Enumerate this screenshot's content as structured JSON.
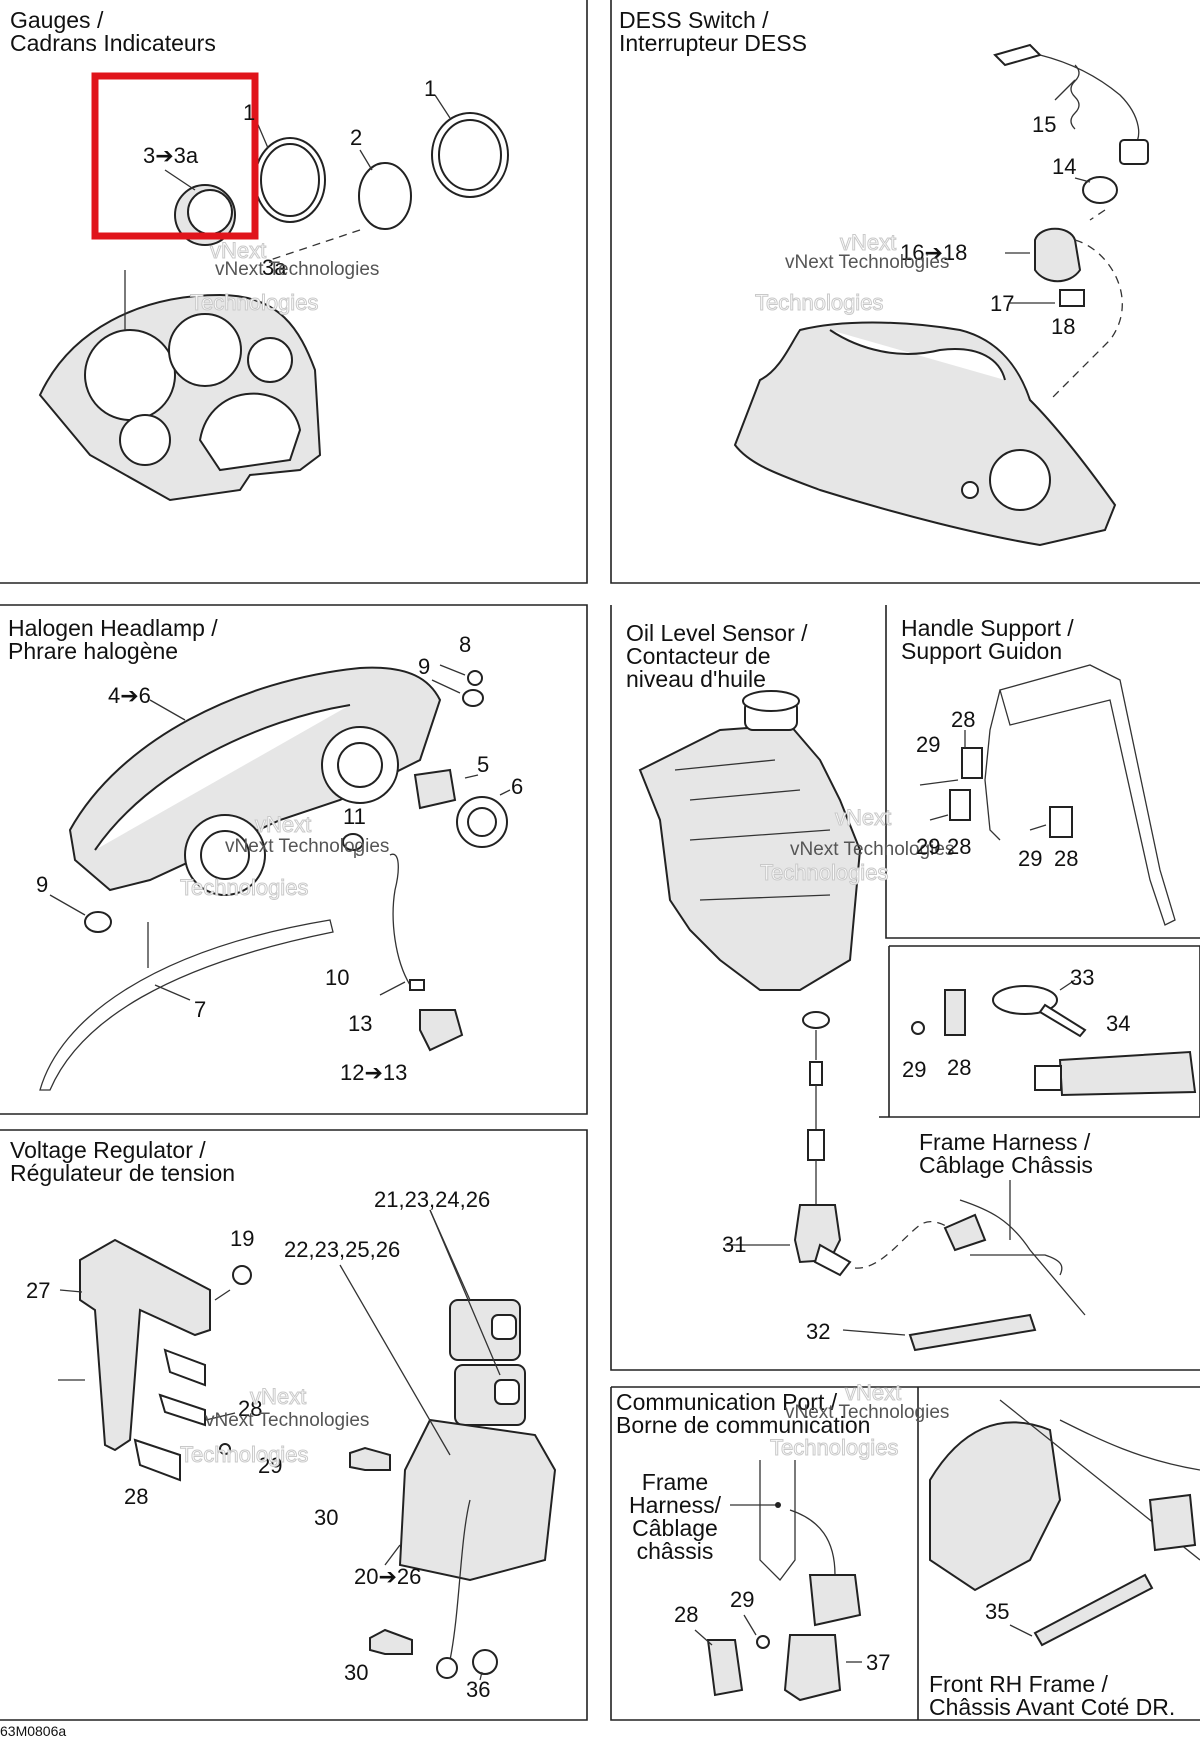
{
  "panels": {
    "gauges": [
      "Gauges /",
      "Cadrans Indicateurs"
    ],
    "dess": [
      "DESS Switch /",
      "Interrupteur DESS"
    ],
    "headlamp": [
      "Halogen Headlamp /",
      "Phrare halogène"
    ],
    "oil": [
      "Oil Level Sensor /",
      "Contacteur de",
      "niveau d'huile"
    ],
    "handle": [
      "Handle Support /",
      "Support Guidon"
    ],
    "voltage": [
      "Voltage Regulator /",
      "Régulateur de tension"
    ],
    "frame_harness": [
      "Frame Harness /",
      "Câblage Châssis"
    ],
    "comm": [
      "Communication Port /",
      "Borne de communication"
    ],
    "comm_inner": [
      "Frame",
      "Harness/",
      "Câblage",
      "châssis"
    ],
    "front_rh": [
      "Front RH Frame  /",
      "Châssis Avant Coté DR."
    ]
  },
  "labels": {
    "g_3_3a": "3➔3a",
    "g_1a": "1",
    "g_1b": "1",
    "g_2": "2",
    "g_3a": "3a",
    "d_15": "15",
    "d_14": "14",
    "d_16_18": "16➔18",
    "d_17": "17",
    "d_18": "18",
    "h_8": "8",
    "h_9a": "9",
    "h_4_6": "4➔6",
    "h_5": "5",
    "h_6": "6",
    "h_11": "11",
    "h_9b": "9",
    "h_10": "10",
    "h_7": "7",
    "h_13": "13",
    "h_12_13": "12➔13",
    "s_28a": "28",
    "s_29a": "29",
    "s_29b": "29",
    "s_28b": "28",
    "s_29c": "29",
    "s_28c": "28",
    "k_33": "33",
    "k_34": "34",
    "k_29": "29",
    "k_28": "28",
    "v_21": "21,23,24,26",
    "v_22": "22,23,25,26",
    "v_19": "19",
    "v_27": "27",
    "v_28a": "28",
    "v_29": "29",
    "v_28b": "28",
    "v_30a": "30",
    "v_20_26": "20➔26",
    "v_30b": "30",
    "v_36": "36",
    "o_31": "31",
    "o_32": "32",
    "c_28": "28",
    "c_29": "29",
    "c_37": "37",
    "f_35": "35"
  },
  "watermark": {
    "line1": "vNext",
    "line2": "Technologies",
    "small": "vNext Technologies"
  },
  "footer": {
    "code": "63M0806a"
  },
  "colors": {
    "highlight": "#e0141b",
    "line": "#222222"
  }
}
